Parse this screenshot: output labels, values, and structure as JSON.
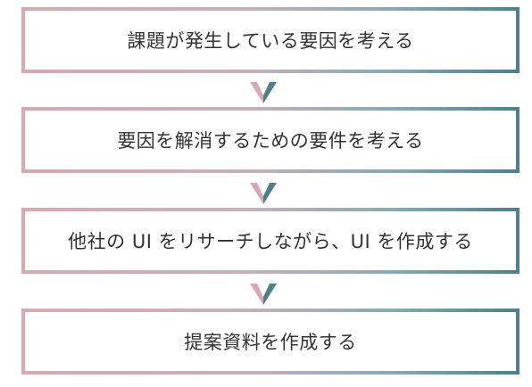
{
  "steps": [
    {
      "label": "課題が発生している要因を考える"
    },
    {
      "label": "要因を解消するための要件を考える"
    },
    {
      "label": "他社の UI をリサーチしながら、UI を作成する"
    },
    {
      "label": "提案資料を作成する"
    }
  ],
  "colors": {
    "gradient_start": "#d9a9b2",
    "gradient_end": "#4d8088",
    "text": "#333333"
  },
  "icons": {
    "connector": "chevron-down-icon"
  }
}
